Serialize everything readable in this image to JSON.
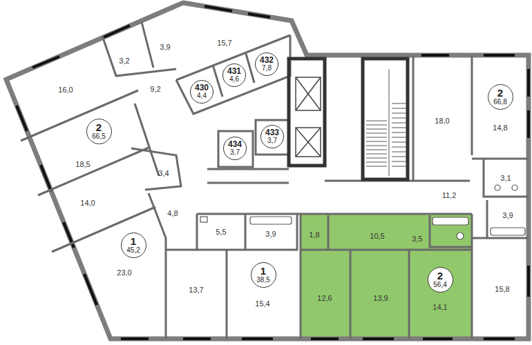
{
  "diagram": {
    "nodes": [
      {
        "text": [
          "432",
          "7,8"
        ]
      },
      {
        "text": [
          "431",
          "4,6"
        ]
      },
      {
        "text": [
          "430",
          "4,4"
        ]
      },
      {
        "text": [
          "2",
          "66,8"
        ]
      },
      {
        "text": [
          "2",
          "66,5"
        ]
      },
      {
        "text": [
          "433",
          "3,7"
        ]
      },
      {
        "text": [
          "434",
          "3,7"
        ]
      },
      {
        "text": [
          "1",
          "45,2"
        ]
      },
      {
        "text": [
          "1",
          "38,5"
        ]
      },
      {
        "text": [
          "2",
          "56,4"
        ]
      }
    ],
    "labels": [
      "15,7",
      "3,9",
      "3,2",
      "16,0",
      "9,2",
      "18,5",
      "3,4",
      "14,0",
      "4,8",
      "23,0",
      "5,5",
      "3,9",
      "13,7",
      "15,4",
      "18,0",
      "14,8",
      "3,1",
      "11,2",
      "3,9",
      "15,8",
      "1,8",
      "10,5",
      "3,5",
      "12,6",
      "13,9",
      "14,1"
    ]
  }
}
